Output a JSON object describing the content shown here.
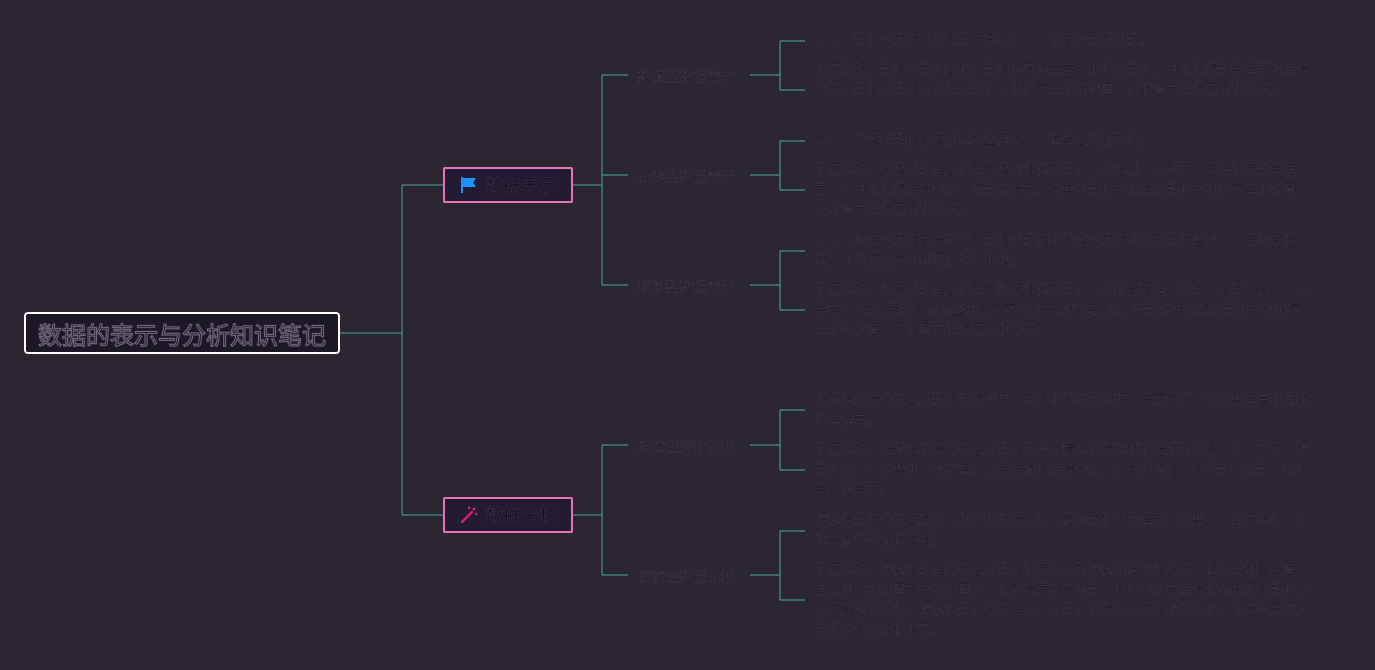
{
  "root": {
    "title": "数据的表示与分析知识笔记"
  },
  "branches": [
    {
      "label": "数据表示",
      "icon": "flag-icon",
      "icon_color": "#1e90ff",
      "children": [
        {
          "label": "数值型数据表示",
          "notes": [
            "表示：数值型数据可以用数字来表示，可以是整数或小数。",
            "扩展说明：数值型数据是指在数值范围内具有可比性的数据，可以进行数学运算和统计分析。数值型数据可以通过数据可视化工具如折线图、柱状图等进行展示和分析。"
          ]
        },
        {
          "label": "分类型数据表示",
          "notes": [
            "表示：分类型数据用类别或标签来表示，通常是离散的值。",
            "扩展说明：分类型数据是指具有类别性质的数据，如性别、血型等，无法进行数学运算，但可以进行统计分析、频数统计等。分类型数据可以通过数据可视化工具如饼图、条形图等进行展示和分析。"
          ]
        },
        {
          "label": "顺序型数据表示",
          "notes": [
            "表示：顺序型数据是一种介于数值型数据和分类型数据之间的数据类型，具有顺序性质，可以按照大小或顺序进行比较。",
            "扩展说明：顺序型数据是指具有顺序性质的数据，如教育程度（小学、中学、高中、大学等），通常用数字或标签来表示不同水平或程度。顺序型数据可以通过数据可视化工具如条形图、雷达图等进行展示和分析。"
          ]
        }
      ]
    },
    {
      "label": "数据分析",
      "icon": "magic-wand-icon",
      "icon_color": "#e8206e",
      "children": [
        {
          "label": "描述性统计分析",
          "notes": [
            "描述性统计分析是对数据进行整理、总结和分析的过程，主要包括中心趋势度量和离散程度度量。",
            "扩展说明：描述性统计分析是对数据的整体情况进行概括和描述的统计方法，旨在了解数据的集中趋势和分散程度。常用描述性统计分析方法包括均值、中位数、众数、标准差、极差等。"
          ]
        },
        {
          "label": "探索性数据分析",
          "notes": [
            "探索性数据分析是通过可视化和统计方法，发现数据中的模式、趋势、异常等特征，为进一步分析提供基础。",
            "扩展说明：探索性数据分析是对数据进行初步的探索和发现性分析，通过绘制直方图、散点图、箱线图等可视化图形，以及计算相关系数、回归分析等统计指标来揭示数据的内在关系和特征。探索性数据分析有助于对数据进行初步的理解和挖掘，为后续更深入的数据分析提供指导。"
          ]
        }
      ]
    }
  ],
  "colors": {
    "background": "#2b2630",
    "connector": "#3f7f7a",
    "branch_border": "#e874b6"
  }
}
